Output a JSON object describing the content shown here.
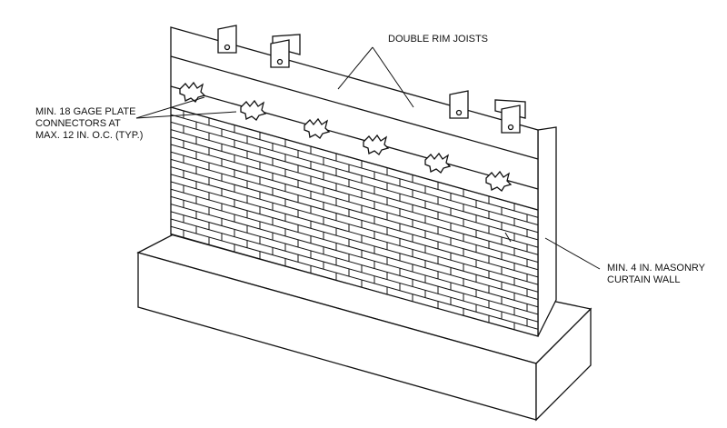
{
  "labels": {
    "rim_joists": "DOUBLE RIM JOISTS",
    "connectors": [
      "MIN. 18 GAGE PLATE",
      "CONNECTORS AT",
      "MAX. 12 IN. O.C. (TYP.)"
    ],
    "curtain_wall": [
      "MIN. 4 IN. MASONRY",
      "CURTAIN WALL"
    ]
  },
  "colors": {
    "line": "#111111",
    "background": "#ffffff"
  }
}
